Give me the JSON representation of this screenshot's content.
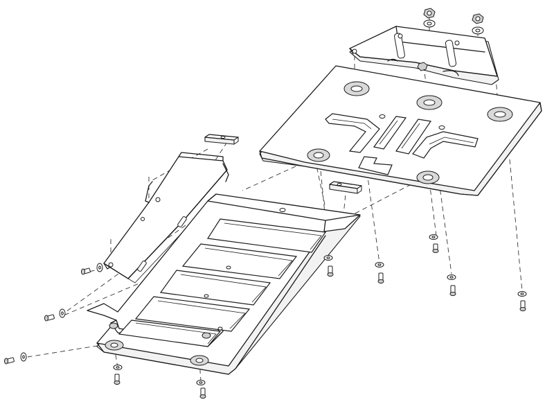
{
  "diagram": {
    "kind": "exploded-assembly-line-drawing",
    "colors": {
      "line": "#1a1a1a",
      "background": "#ffffff",
      "shade": "#d9d9d9"
    },
    "parts": [
      "mounting-bracket",
      "main-skid-plate",
      "front-skid-plate",
      "side-guard",
      "spacer-block",
      "bolt",
      "washer",
      "nut"
    ]
  }
}
